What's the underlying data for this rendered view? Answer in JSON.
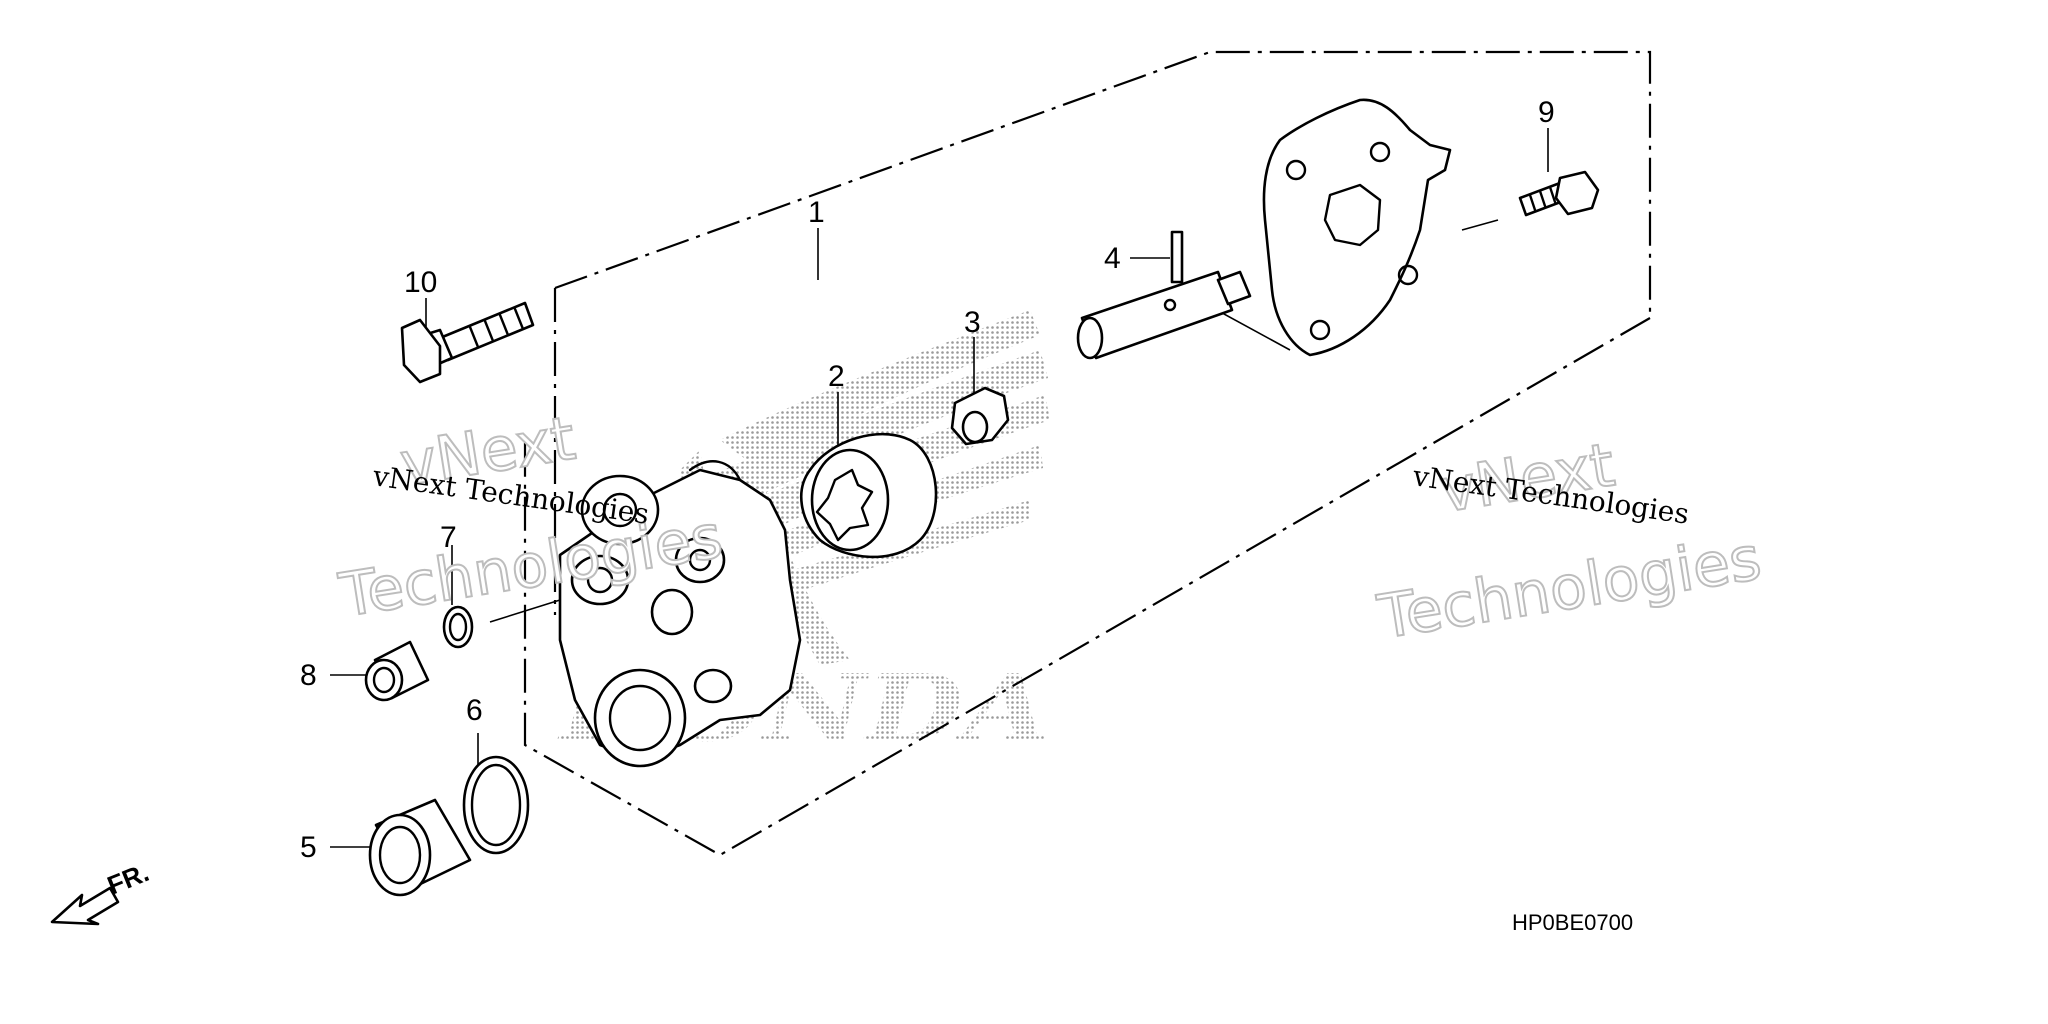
{
  "callouts": {
    "p1": "1",
    "p2": "2",
    "p3": "3",
    "p4": "4",
    "p5": "5",
    "p6": "6",
    "p7": "7",
    "p8": "8",
    "p9": "9",
    "p10": "10"
  },
  "watermarks": {
    "left_small": "vNext Technologies",
    "left_big_1": "vNext",
    "left_big_2": "Technologies",
    "right_small": "vNext Technologies",
    "right_big_1": "vNext",
    "right_big_2": "Technologies"
  },
  "logo_text": "HONDA",
  "direction_label": "FR.",
  "diagram_code": "HP0BE0700",
  "colors": {
    "ink": "#000000",
    "background": "#ffffff",
    "watermark_outline": "#bdbdbd",
    "logo_dots": "#9a9a9a"
  }
}
